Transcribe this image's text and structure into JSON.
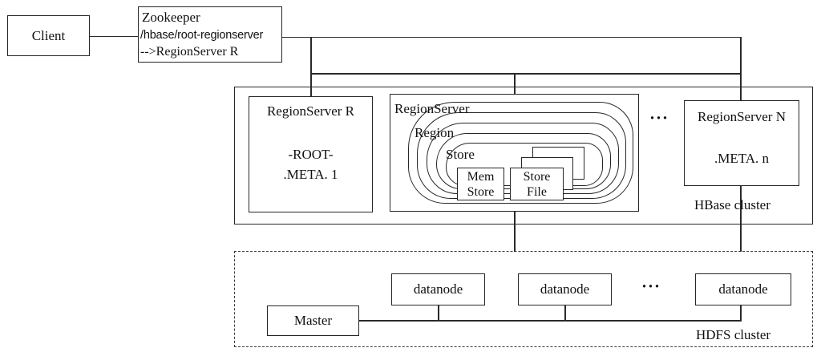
{
  "client": {
    "label": "Client"
  },
  "zookeeper": {
    "title": "Zookeeper",
    "path_line": "/hbase/root-regionserver",
    "mapping_line": "-->RegionServer R"
  },
  "hbase_cluster": {
    "label": "HBase cluster",
    "rs_root": {
      "title": "RegionServer R",
      "row1": "-ROOT-",
      "row2": ".META. 1"
    },
    "rs_generic": {
      "title": "RegionServer",
      "region_label": "Region",
      "store_label": "Store",
      "memstore": {
        "line1": "Mem",
        "line2": "Store"
      },
      "storefile": {
        "line1": "Store",
        "line2": "File"
      }
    },
    "ellipsis": "···",
    "rs_n": {
      "title": "RegionServer N",
      "row1": ".META. n"
    }
  },
  "hdfs_cluster": {
    "label": "HDFS cluster",
    "master": {
      "label": "Master"
    },
    "datanodes": [
      "datanode",
      "datanode",
      "datanode"
    ],
    "ellipsis": "···"
  },
  "colors": {
    "ink": "#262626",
    "background": "#ffffff"
  }
}
